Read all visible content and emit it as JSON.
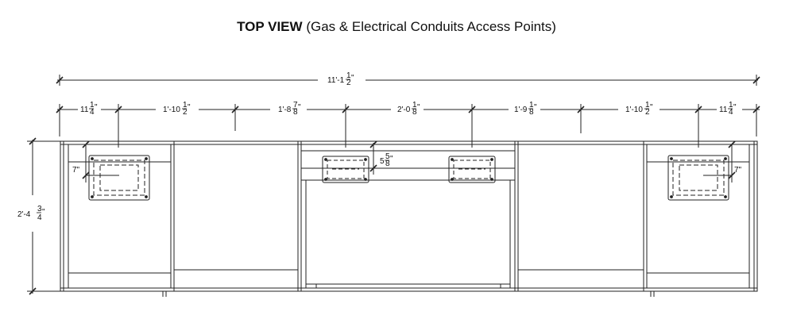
{
  "title": {
    "bold": "TOP VIEW",
    "rest": "(Gas & Electrical Conduits Access Points)"
  },
  "dimensions": {
    "overall_width": {
      "whole": "11'-1",
      "num": "1",
      "den": "2",
      "unit": "\""
    },
    "segments": [
      {
        "whole": "11",
        "num": "1",
        "den": "4",
        "unit": "\""
      },
      {
        "whole": "1'-10",
        "num": "1",
        "den": "2",
        "unit": "\""
      },
      {
        "whole": "1'-8",
        "num": "7",
        "den": "8",
        "unit": "\""
      },
      {
        "whole": "2'-0",
        "num": "1",
        "den": "8",
        "unit": "\""
      },
      {
        "whole": "1'-9",
        "num": "1",
        "den": "8",
        "unit": "\""
      },
      {
        "whole": "1'-10",
        "num": "1",
        "den": "2",
        "unit": "\""
      },
      {
        "whole": "11",
        "num": "1",
        "den": "4",
        "unit": "\""
      }
    ],
    "depth": {
      "whole": "2'-4",
      "num": "3",
      "den": "4",
      "unit": "\""
    },
    "left_offset": "7\"",
    "right_offset": "7\"",
    "center_offset": {
      "whole": "5",
      "num": "5",
      "den": "8",
      "unit": "\""
    }
  }
}
